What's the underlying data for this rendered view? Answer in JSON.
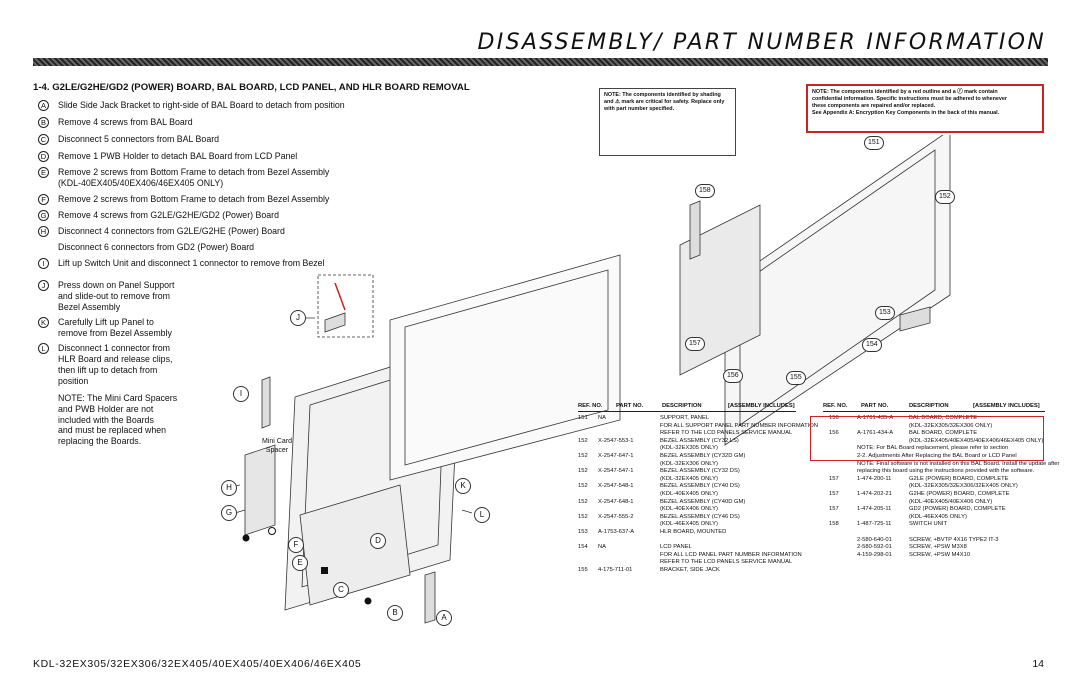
{
  "header": {
    "title": "DISASSEMBLY/ PART NUMBER INFORMATION"
  },
  "section": {
    "title": "1-4.  G2LE/G2HE/GD2 (POWER) BOARD, BAL BOARD, LCD PANEL, AND HLR BOARD REMOVAL"
  },
  "steps": [
    {
      "letter": "A",
      "lines": [
        "Slide Side Jack Bracket to right-side of BAL Board to detach from position"
      ]
    },
    {
      "letter": "B",
      "lines": [
        "Remove 4 screws from BAL Board"
      ]
    },
    {
      "letter": "C",
      "lines": [
        "Disconnect 5 connectors from BAL Board"
      ]
    },
    {
      "letter": "D",
      "lines": [
        "Remove 1 PWB Holder to detach BAL Board from LCD Panel"
      ]
    },
    {
      "letter": "E",
      "lines": [
        "Remove 2 screws from Bottom Frame to detach from Bezel Assembly",
        "(KDL-40EX405/40EX406/46EX405 ONLY)"
      ]
    },
    {
      "letter": "F",
      "lines": [
        "Remove 2 screws from Bottom Frame to detach from Bezel Assembly"
      ]
    },
    {
      "letter": "G",
      "lines": [
        "Remove 4 screws from G2LE/G2HE/GD2 (Power) Board"
      ]
    },
    {
      "letter": "H",
      "lines": [
        "Disconnect 4 connectors from G2LE/G2HE (Power) Board"
      ]
    },
    {
      "letter": "I",
      "lines": [
        "Lift up Switch Unit and disconnect 1 connector to remove from Bezel"
      ]
    },
    {
      "letter": "J",
      "lines": [
        "Press down on Panel Support",
        "and slide-out  to remove from",
        "Bezel Assembly"
      ]
    },
    {
      "letter": "K",
      "lines": [
        "Carefully Lift up Panel to",
        "remove from Bezel Assembly"
      ]
    },
    {
      "letter": "L",
      "lines": [
        "Disconnect 1 connector from",
        "HLR Board and release clips,",
        "then lift up to detach from",
        "position"
      ]
    }
  ],
  "extra_line": "Disconnect 6 connectors from GD2 (Power) Board",
  "left_note": [
    "NOTE: The Mini Card Spacers",
    "and PWB Holder are not",
    "included with the Boards",
    "and must be replaced when",
    "replacing the Boards."
  ],
  "note_shading": [
    "NOTE: The components identified by shading",
    "and ⚠ mark are critical for safety. Replace only",
    "with part number specified."
  ],
  "note_red": [
    "NOTE: The components identified by a red outline and a ⓕ mark contain",
    "confidential information. Specific instructions must be adhered to whenever",
    "these components are repaired and/or replaced.",
    "See Appendix A: Encryption Key Components in the back of this manual."
  ],
  "diagram": {
    "mini_card_label": [
      "Mini Card",
      "Spacer"
    ],
    "callouts": [
      "J",
      "I",
      "H",
      "G",
      "F",
      "E",
      "D",
      "C",
      "B",
      "A",
      "K",
      "L"
    ],
    "parts": [
      "151",
      "158",
      "152",
      "153",
      "157",
      "154",
      "156",
      "155"
    ]
  },
  "table_headers": {
    "ref": "REF. NO.",
    "part": "PART NO.",
    "desc": "DESCRIPTION",
    "assy": "[ASSEMBLY INCLUDES]"
  },
  "table_left": [
    {
      "ref": "151",
      "part": "NA",
      "desc": "SUPPORT, PANEL"
    },
    {
      "ref": "",
      "part": "",
      "desc": "FOR ALL SUPPORT PANEL PART NUMBER INFORMATION"
    },
    {
      "ref": "",
      "part": "",
      "desc": "REFER TO THE LCD PANELS SERVICE MANUAL"
    },
    {
      "ref": "152",
      "part": "X-2547-553-1",
      "desc": "BEZEL ASSEMBLY (CY32 LS)"
    },
    {
      "ref": "",
      "part": "",
      "desc": "(KDL-32EX305 ONLY)"
    },
    {
      "ref": "152",
      "part": "X-2547-647-1",
      "desc": "BEZEL ASSEMBLY (CY32D GM)"
    },
    {
      "ref": "",
      "part": "",
      "desc": "(KDL-32EX306 ONLY)"
    },
    {
      "ref": "152",
      "part": "X-2547-547-1",
      "desc": "BEZEL ASSEMBLY (CY32 DS)"
    },
    {
      "ref": "",
      "part": "",
      "desc": "(KDL-32EX405 ONLY)"
    },
    {
      "ref": "152",
      "part": "X-2547-548-1",
      "desc": "BEZEL ASSEMBLY (CY40 DS)"
    },
    {
      "ref": "",
      "part": "",
      "desc": "(KDL-40EX405 ONLY)"
    },
    {
      "ref": "152",
      "part": "X-2547-648-1",
      "desc": "BEZEL ASSEMBLY (CY40D GM)"
    },
    {
      "ref": "",
      "part": "",
      "desc": "(KDL-40EX406 ONLY)"
    },
    {
      "ref": "152",
      "part": "X-2547-555-2",
      "desc": "BEZEL ASSEMBLY (CY46 DS)"
    },
    {
      "ref": "",
      "part": "",
      "desc": "(KDL-46EX405 ONLY)"
    },
    {
      "ref": "153",
      "part": "A-1753-637-A",
      "desc": "HLR BOARD, MOUNTED"
    },
    {
      "ref": "",
      "part": "",
      "desc": ""
    },
    {
      "ref": "154",
      "part": "NA",
      "desc": "LCD PANEL"
    },
    {
      "ref": "",
      "part": "",
      "desc": "FOR ALL LCD PANEL PART NUMBER INFORMATION"
    },
    {
      "ref": "",
      "part": "",
      "desc": "REFER TO THE LCD PANELS SERVICE MANUAL"
    },
    {
      "ref": "155",
      "part": "4-175-711-01",
      "desc": "BRACKET, SIDE JACK"
    }
  ],
  "table_right": [
    {
      "ref": "156",
      "part": "A-1761-435-A",
      "desc": "BAL BOARD, COMPLETE"
    },
    {
      "ref": "",
      "part": "",
      "desc": "(KDL-32EX305/32EX306 ONLY)"
    },
    {
      "ref": "156",
      "part": "A-1761-434-A",
      "desc": "BAL BOARD, COMPLETE"
    },
    {
      "ref": "",
      "part": "",
      "desc": "(KDL-32EX405/40EX405/40EX406/46EX405 ONLY)"
    },
    {
      "ref": "",
      "part": "NOTE: For BAL Board replacement, please refer to section",
      "desc": ""
    },
    {
      "ref": "",
      "part": "2-2. Adjustments After Replacing the BAL Board or LCD Panel",
      "desc": ""
    },
    {
      "ref": "",
      "part": "NOTE: Final software is not installed on this BAL Board. Install the update after",
      "desc": ""
    },
    {
      "ref": "",
      "part": "replacing this board using the instructions provided with the software.",
      "desc": ""
    },
    {
      "ref": "157",
      "part": "1-474-200-11",
      "desc": "G2LE (POWER) BOARD, COMPLETE"
    },
    {
      "ref": "",
      "part": "",
      "desc": "(KDL-32EX305/32EX306/32EX405 ONLY)"
    },
    {
      "ref": "157",
      "part": "1-474-202-21",
      "desc": "G2HE (POWER) BOARD, COMPLETE"
    },
    {
      "ref": "",
      "part": "",
      "desc": "(KDL-40EX405/40EX406 ONLY)"
    },
    {
      "ref": "157",
      "part": "1-474-205-11",
      "desc": "GD2 (POWER) BOARD, COMPLETE"
    },
    {
      "ref": "",
      "part": "",
      "desc": "(KDL-46EX405 ONLY)"
    },
    {
      "ref": "158",
      "part": "1-487-725-11",
      "desc": "SWITCH UNIT"
    },
    {
      "ref": "",
      "part": "",
      "desc": ""
    },
    {
      "ref": "",
      "part": "2-580-640-01",
      "desc": "SCREW, +BVTP 4X16 TYPE2 IT-3"
    },
    {
      "ref": "",
      "part": "2-580-592-01",
      "desc": "SCREW, +PSW M3X8"
    },
    {
      "ref": "",
      "part": "4-159-298-01",
      "desc": "SCREW, +PSW M4X10"
    }
  ],
  "footer": {
    "models": "KDL-32EX305/32EX306/32EX405/40EX405/40EX406/46EX405",
    "page": "14"
  }
}
